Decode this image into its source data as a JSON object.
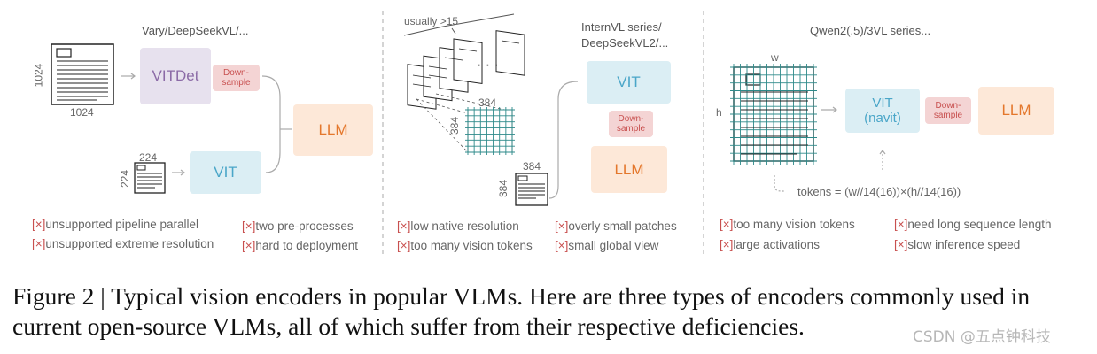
{
  "panel1": {
    "title": "Vary/DeepSeekVL/...",
    "doc_large_w": "1024",
    "doc_large_h": "1024",
    "doc_small_w": "224",
    "doc_small_h": "224",
    "vitdet": "VITDet",
    "downsample": "Down-\nsample",
    "vit": "VIT",
    "llm": "LLM",
    "issues": [
      "unsupported pipeline  parallel",
      "unsupported extreme resolution",
      "two pre-processes",
      "hard to deployment"
    ]
  },
  "panel2": {
    "title": "InternVL series/\nDeepSeekVL2/...",
    "usually": "usually >15",
    "patch_w": "384",
    "patch_h": "384",
    "doc_w": "384",
    "doc_h": "384",
    "vit": "VIT",
    "downsample": "Down-\nsample",
    "llm": "LLM",
    "issues": [
      "low native resolution",
      "too many vision tokens",
      "overly small patches",
      "small global view"
    ]
  },
  "panel3": {
    "title": "Qwen2(.5)/3VL series...",
    "w": "w",
    "h": "h",
    "vit": "VIT\n(navit)",
    "downsample": "Down-\nsample",
    "llm": "LLM",
    "tokens": "tokens = (w//14(16))×(h//14(16))",
    "issues": [
      "too many vision tokens",
      "large activations",
      "need long sequence length",
      "slow inference speed"
    ]
  },
  "issue_marker": "[×]",
  "caption": "Figure 2 | Typical vision encoders in popular VLMs. Here are three types of encoders commonly used in current open-source VLMs, all of which suffer from their respective deficiencies.",
  "watermark": "CSDN @五点钟科技",
  "colors": {
    "vit_bg": "#dbeef4",
    "vitdet_bg": "#e7e1ee",
    "llm_bg": "#fde8d8",
    "downsample_bg": "#f4d4d4",
    "grid": "#2d8a8a"
  }
}
